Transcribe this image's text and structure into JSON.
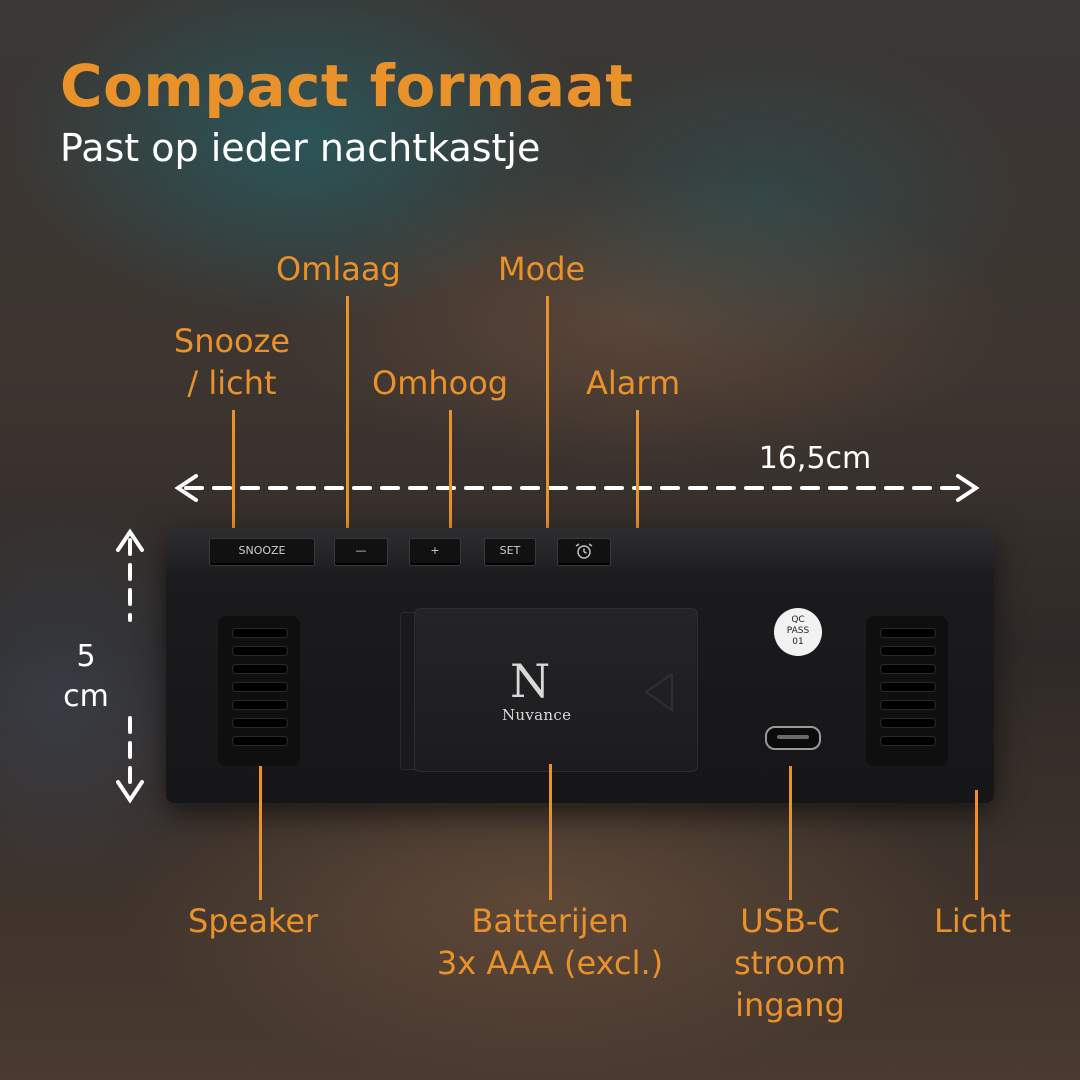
{
  "heading": {
    "title": "Compact formaat",
    "subtitle": "Past op ieder nachtkastje"
  },
  "labels": {
    "omlaag": "Omlaag",
    "mode": "Mode",
    "snooze_line1": "Snooze",
    "snooze_line2": "/ licht",
    "omhoog": "Omhoog",
    "alarm": "Alarm",
    "speaker": "Speaker",
    "batterijen_line1": "Batterijen",
    "batterijen_line2": "3x AAA (excl.)",
    "usbc_line1": "USB-C",
    "usbc_line2": "stroom",
    "usbc_line3": "ingang",
    "licht": "Licht"
  },
  "dimensions": {
    "width_label": "16,5cm",
    "height_value": "5",
    "height_unit": "cm"
  },
  "device": {
    "buttons": {
      "snooze": "SNOOZE",
      "down": "—",
      "up": "+",
      "set": "SET",
      "alarm_icon": "alarm-clock-icon"
    },
    "brand_mark": "N",
    "brand_name": "Nuvance",
    "qc_badge": [
      "QC",
      "PASS",
      "01"
    ]
  },
  "colors": {
    "accent": "#e9912a",
    "text_light": "#ffffff",
    "device_body": "#151517"
  }
}
